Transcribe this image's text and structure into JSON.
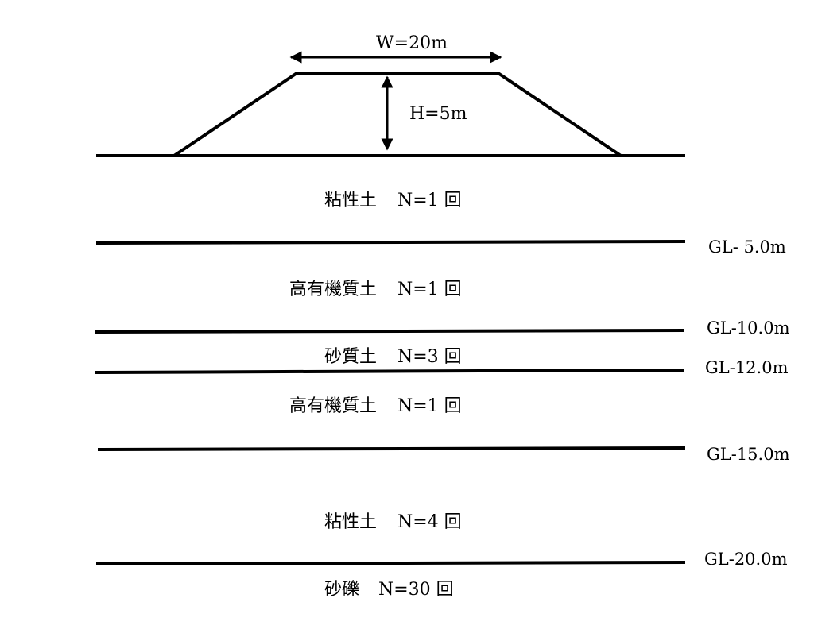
{
  "embankment": {
    "width_label": "W=20m",
    "height_label": "H=5m"
  },
  "layers": [
    {
      "soil": "粘性土",
      "n_value": "N=1 回"
    },
    {
      "soil": "高有機質土",
      "n_value": "N=1 回"
    },
    {
      "soil": "砂質土",
      "n_value": "N=3 回"
    },
    {
      "soil": "高有機質土",
      "n_value": "N=1 回"
    },
    {
      "soil": "粘性土",
      "n_value": "N=4 回"
    },
    {
      "soil": "砂礫",
      "n_value": "N=30 回"
    }
  ],
  "boundaries": [
    {
      "depth_label": "GL- 5.0m"
    },
    {
      "depth_label": "GL-10.0m"
    },
    {
      "depth_label": "GL-12.0m"
    },
    {
      "depth_label": "GL-15.0m"
    },
    {
      "depth_label": "GL-20.0m"
    }
  ]
}
